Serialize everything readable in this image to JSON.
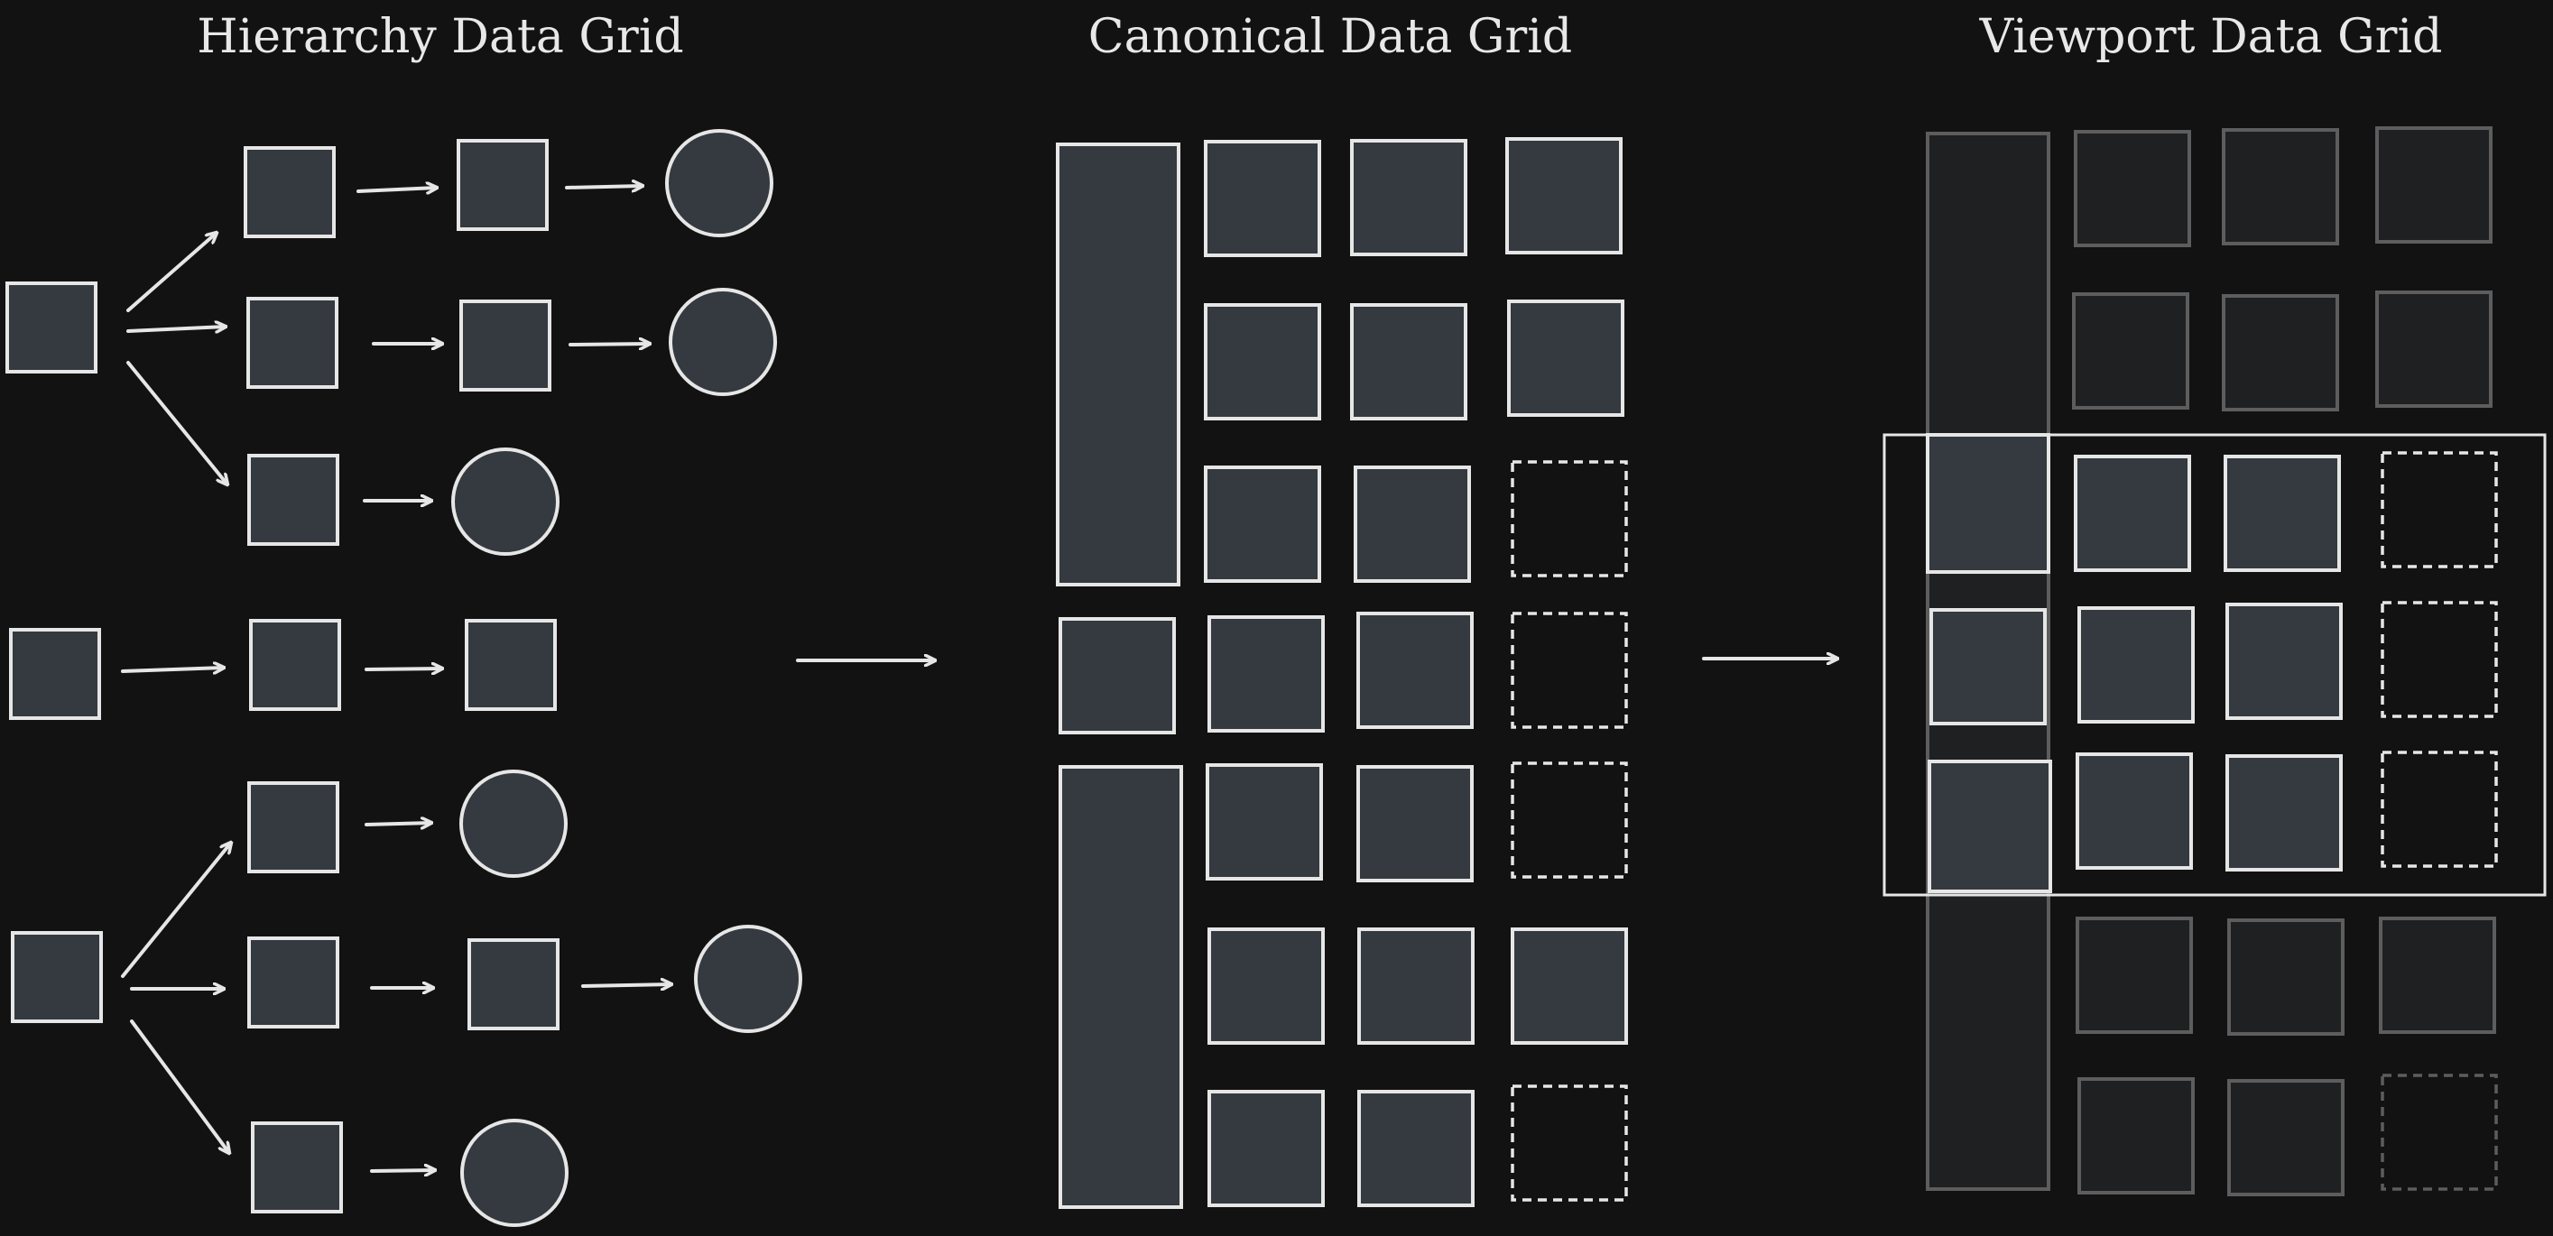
{
  "titles": {
    "hierarchy": "Hierarchy Data Grid",
    "canonical": "Canonical Data Grid",
    "viewport": "Viewport Data Grid"
  },
  "colors": {
    "background": "#121212",
    "cell_fill": "#343a3f",
    "cell_stroke": "#e6e6e6",
    "dim_fill": "#1e2022",
    "dim_stroke": "#5d5d5d"
  }
}
